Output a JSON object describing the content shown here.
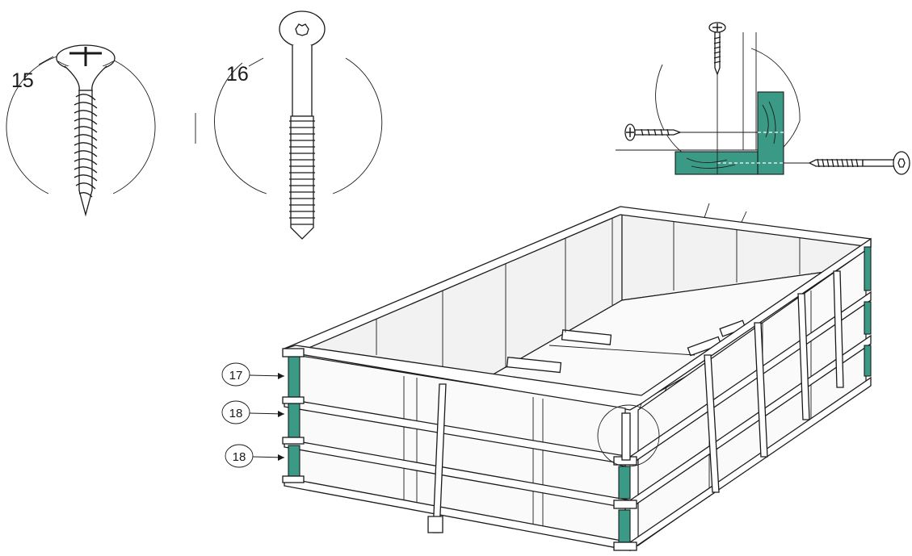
{
  "labels": {
    "screw_15": "15",
    "screw_16": "16",
    "callout_top": "17",
    "callout_middle": "18",
    "callout_bottom": "18"
  },
  "colors": {
    "wood_accent": "#3a9a86",
    "line": "#1a1a1a",
    "panel": "#f2f2f2"
  }
}
